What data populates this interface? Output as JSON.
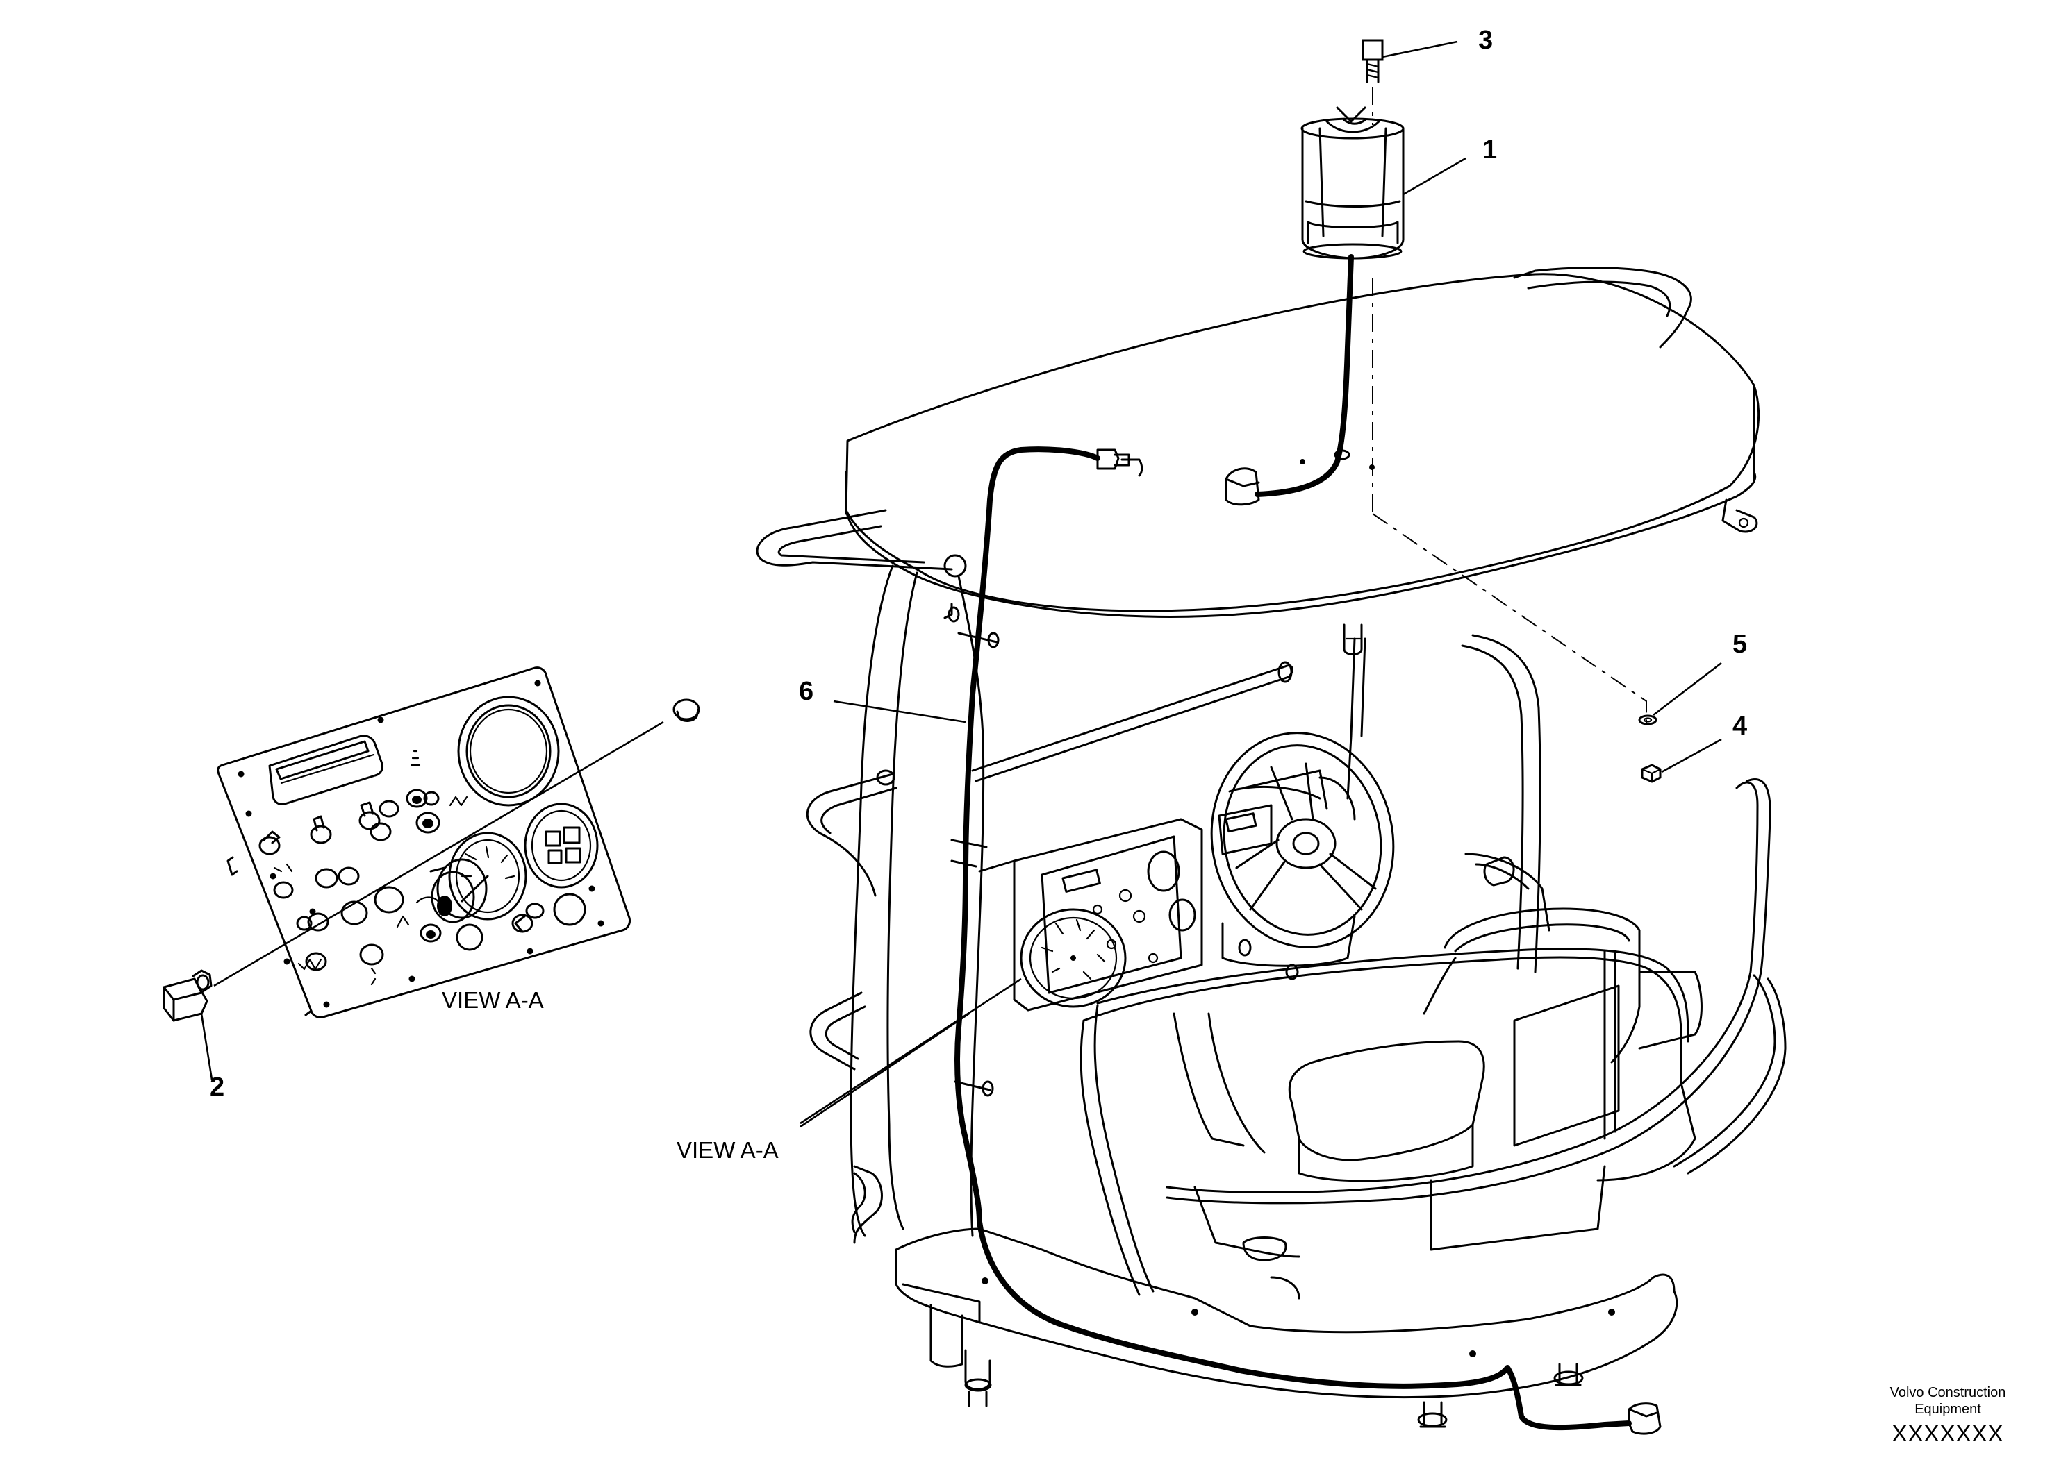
{
  "callouts": {
    "c1": "1",
    "c2": "2",
    "c3": "3",
    "c4": "4",
    "c5": "5",
    "c6": "6"
  },
  "view_labels": {
    "detail": "VIEW A-A",
    "main": "VIEW A-A"
  },
  "title_block": {
    "brand_line1": "Volvo Construction",
    "brand_line2": "Equipment",
    "drawing_code": "XXXXXXX"
  }
}
